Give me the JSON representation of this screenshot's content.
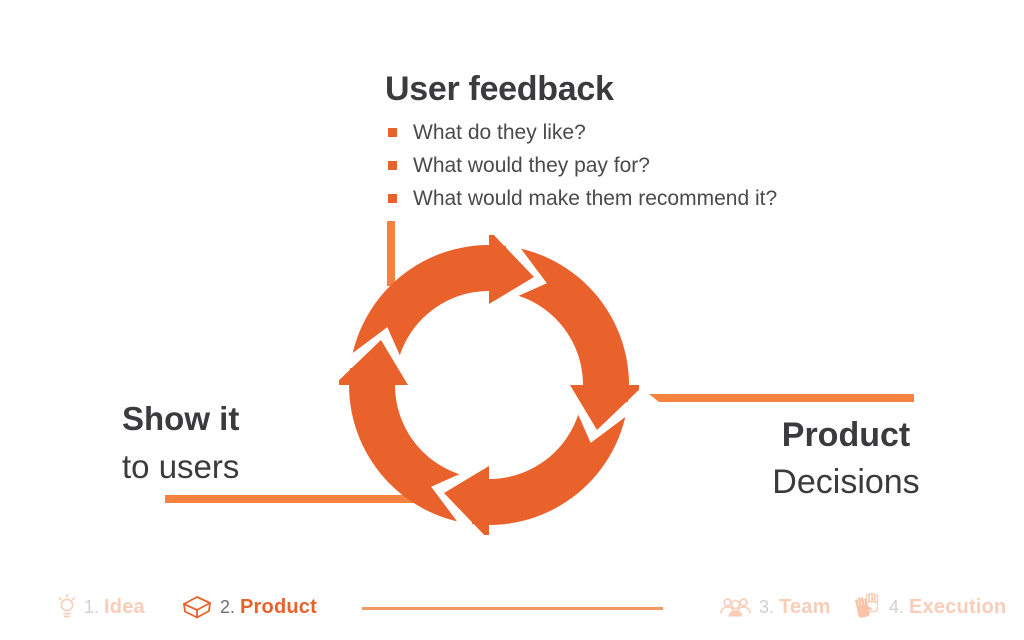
{
  "slide": {
    "feedback": {
      "title": "User feedback",
      "bullets": [
        "What do they like?",
        "What would they pay for?",
        "What would make them recommend it?"
      ]
    },
    "show_it": {
      "line1": "Show it",
      "line2": "to users"
    },
    "product": {
      "line1": "Product",
      "line2": "Decisions"
    },
    "cycle_icon": "circular-arrows-loop"
  },
  "footer": {
    "steps": [
      {
        "number": "1.",
        "label": "Idea",
        "icon": "lightbulb-icon",
        "state": "inactive"
      },
      {
        "number": "2.",
        "label": "Product",
        "icon": "package-icon",
        "state": "active"
      },
      {
        "number": "3.",
        "label": "Team",
        "icon": "team-icon",
        "state": "inactive"
      },
      {
        "number": "4.",
        "label": "Execution",
        "icon": "hand-icon",
        "state": "inactive"
      }
    ]
  },
  "colors": {
    "accent": "#e9612b",
    "accent_light": "#f5823e",
    "bullet_square": "#e8622b",
    "text_dark": "#3b3a3c",
    "text_body": "#4a4a4c",
    "active_number_gray": "#6d6e71",
    "faded_salmon": "#f9cdb7",
    "faded_number_gray": "#d6cfcc",
    "progress_line": "#f19a63",
    "background": "#ffffff"
  }
}
